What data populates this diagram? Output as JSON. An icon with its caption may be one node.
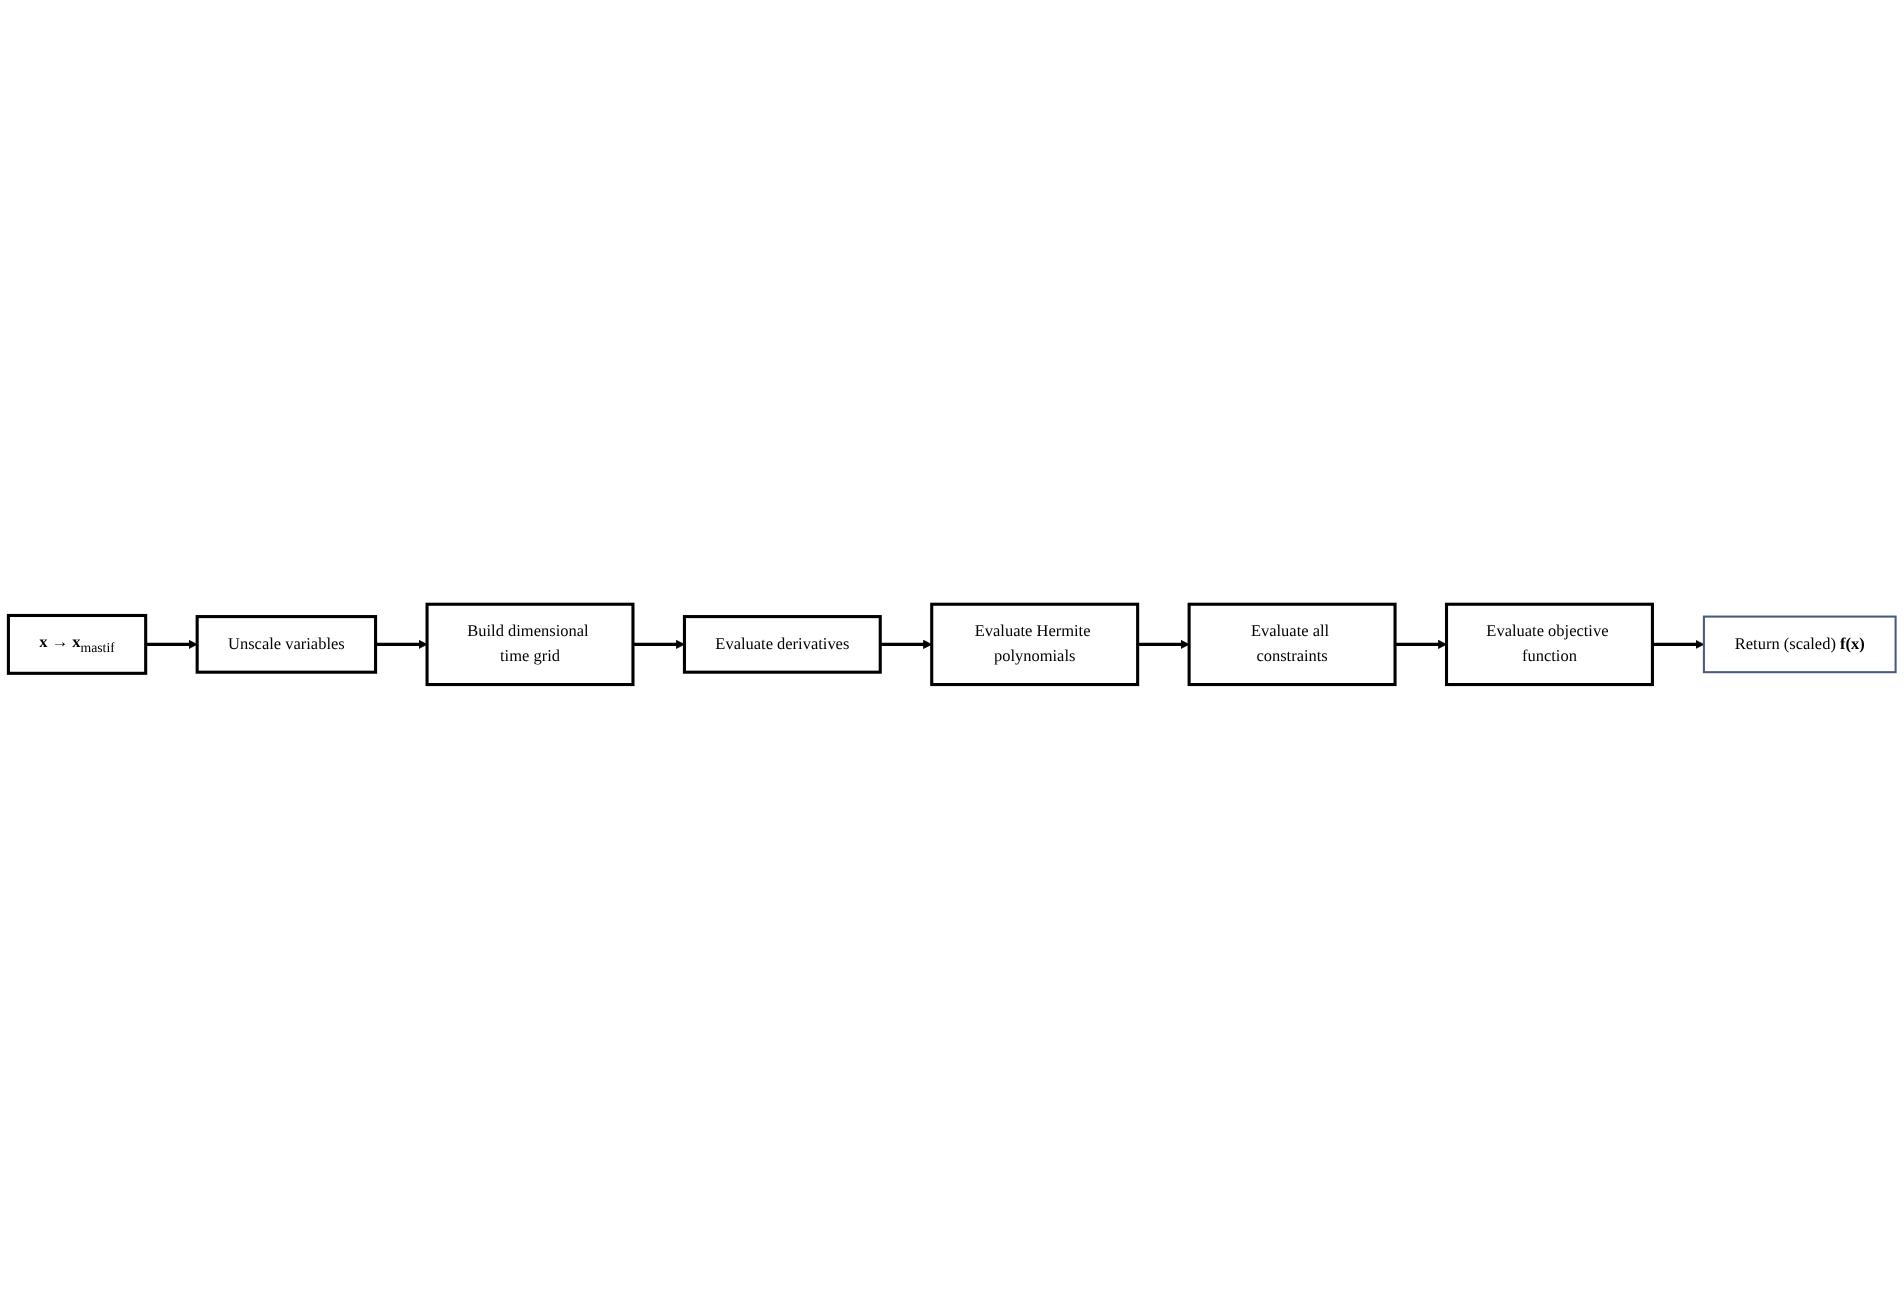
{
  "diagram": {
    "nodes": [
      {
        "text": [
          "**x** → **x**$_{mastif}$"
        ]
      },
      {
        "text": [
          "Unscale variables"
        ]
      },
      {
        "text": [
          "Build dimensional time grid"
        ]
      },
      {
        "text": [
          "Evaluate derivatives"
        ]
      },
      {
        "text": [
          "Evaluate Hermite polynomials"
        ]
      },
      {
        "text": [
          "Evaluate all constraints"
        ]
      },
      {
        "text": [
          "Evaluate objective function"
        ]
      },
      {
        "text": [
          "Return (scaled) **f(x)**"
        ]
      }
    ],
    "edges": [
      {
        "from": 0,
        "to": 1,
        "arrow": "to"
      },
      {
        "from": 1,
        "to": 2,
        "arrow": "to"
      },
      {
        "from": 2,
        "to": 3,
        "arrow": "to"
      },
      {
        "from": 3,
        "to": 4,
        "arrow": "to"
      },
      {
        "from": 4,
        "to": 5,
        "arrow": "to"
      },
      {
        "from": 5,
        "to": 6,
        "arrow": "to"
      },
      {
        "from": 6,
        "to": 7,
        "arrow": "to"
      }
    ]
  }
}
